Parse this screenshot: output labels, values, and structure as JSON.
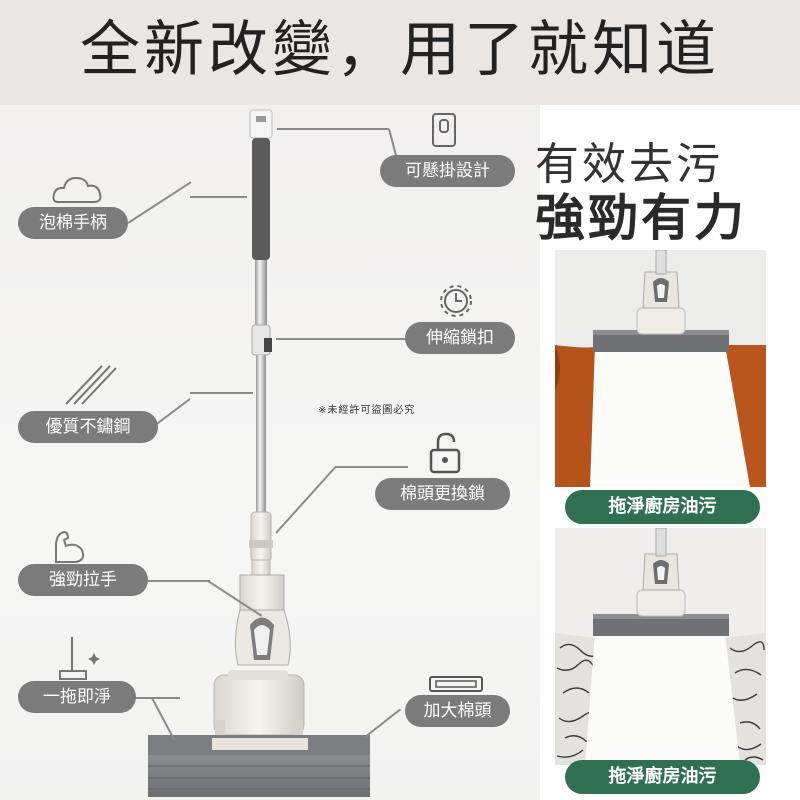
{
  "banner": {
    "title": "全新改變，用了就知道"
  },
  "features": {
    "hanging": "可懸掛設計",
    "foam_handle": "泡棉手柄",
    "telescopic_lock": "伸縮鎖扣",
    "stainless": "優質不鏽鋼",
    "replace_lock": "棉頭更換鎖",
    "strong_pull": "強勁拉手",
    "one_wipe": "一拖即淨",
    "larger_head": "加大棉頭"
  },
  "notice": "※未經許可盜圖必究",
  "right_panel": {
    "subtitle": "有效去污",
    "headline": "強勁有力",
    "captions": [
      "拖淨廚房油污",
      "拖淨廚房油污"
    ]
  },
  "icons": [
    "hook-icon",
    "cloud-icon",
    "gear-timer-icon",
    "lines-icon",
    "unlock-icon",
    "arm-icon",
    "broom-sparkle-icon",
    "sponge-head-icon"
  ],
  "colors": {
    "banner_bg": "#e9e6e3",
    "pill_bg": "#7b7b7b",
    "caption_bg": "#2f6f52",
    "oil": "#b4531a"
  }
}
